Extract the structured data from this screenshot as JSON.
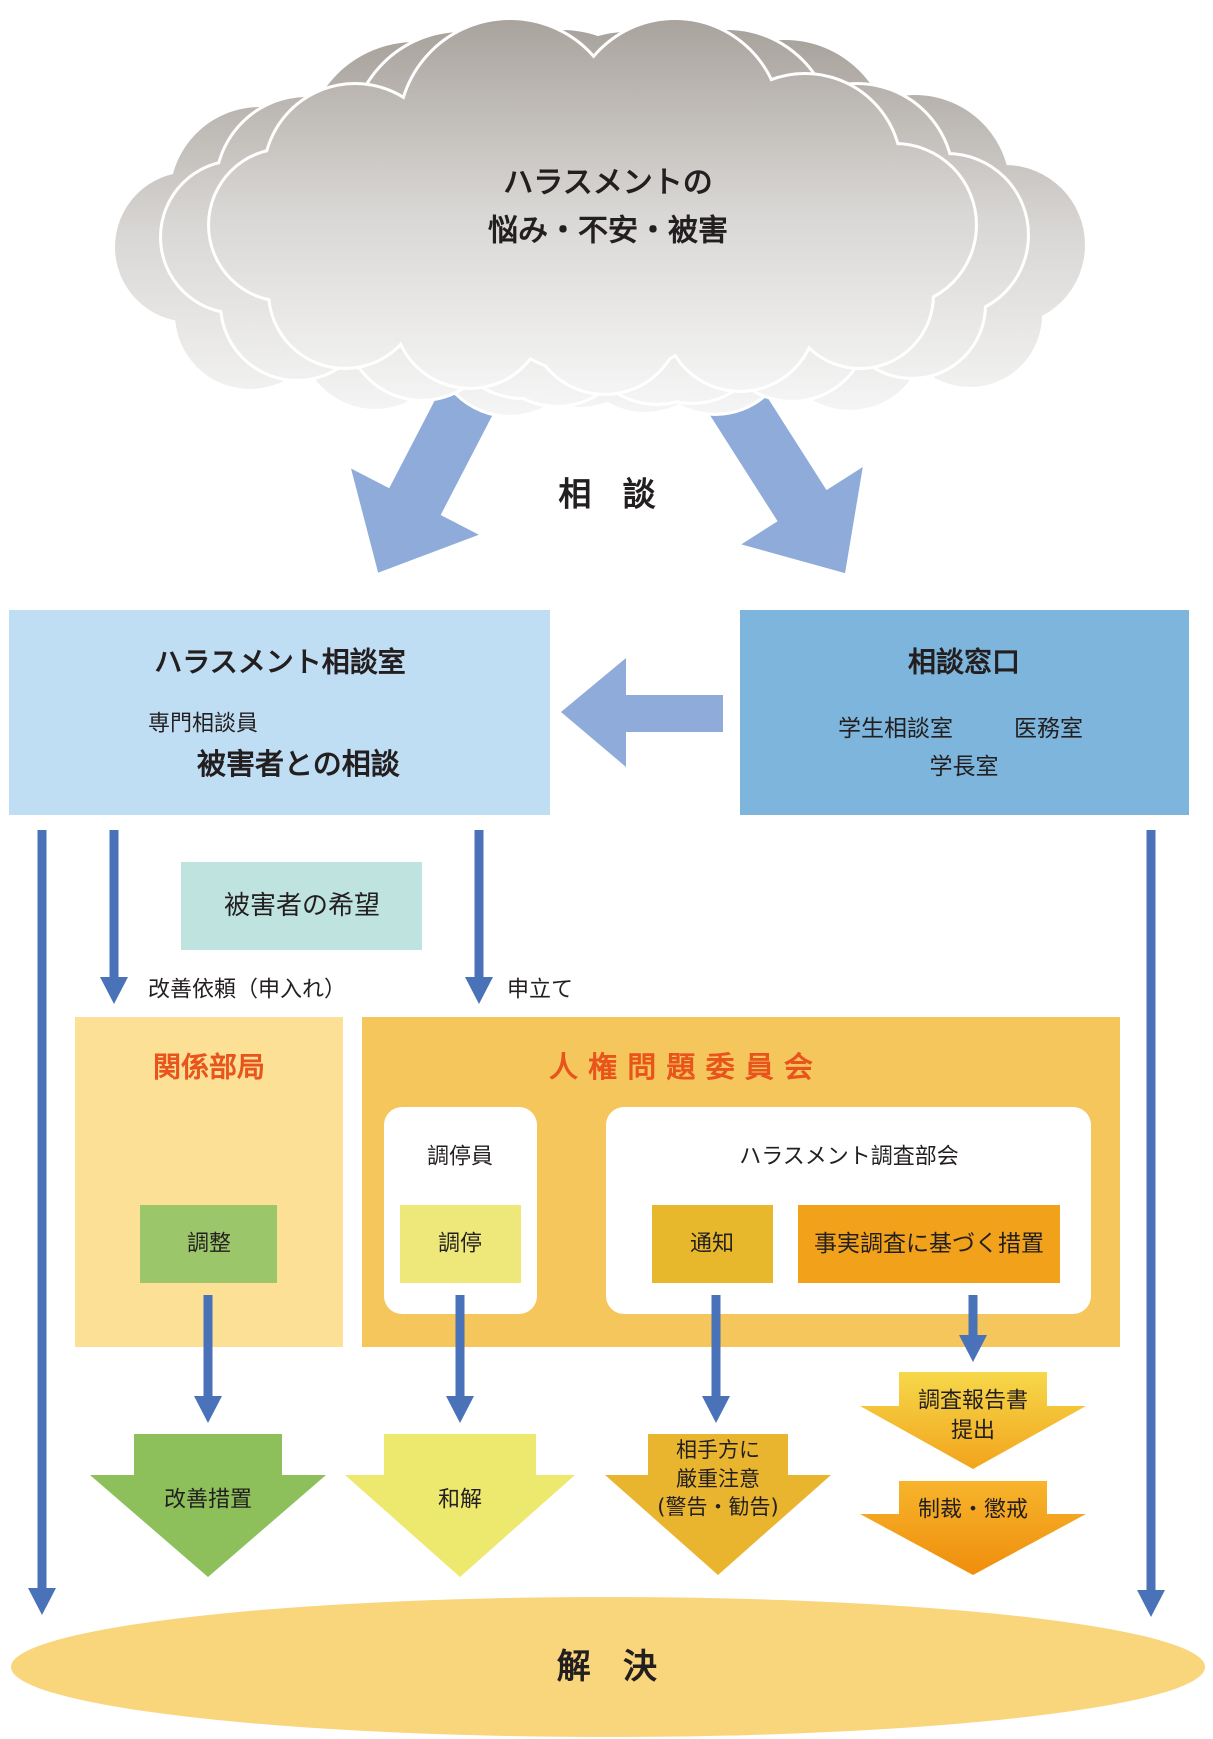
{
  "cloud": {
    "line1": "ハラスメントの",
    "line2": "悩み・不安・被害"
  },
  "consult_label": "相 談",
  "harassment_office": {
    "title": "ハラスメント相談室",
    "staff": "専門相談員",
    "role": "被害者との相談"
  },
  "consultation_desk": {
    "title": "相談窓口",
    "offices": [
      "学生相談室",
      "医務室",
      "学長室"
    ]
  },
  "victim_wish": "被害者の希望",
  "request_label": "改善依頼（申入れ）",
  "petition_label": "申立て",
  "departments": {
    "title": "関係部局",
    "action": "調整"
  },
  "committee": {
    "title": "人権問題委員会",
    "mediator": {
      "title": "調停員",
      "action": "調停"
    },
    "investigation": {
      "title": "ハラスメント調査部会",
      "notice": "通知",
      "measures": "事実調査に基づく措置"
    }
  },
  "outcomes": {
    "improvement": "改善措置",
    "settlement": "和解",
    "warning": [
      "相手方に",
      "厳重注意",
      "(警告・勧告)"
    ],
    "report": [
      "調査報告書",
      "提出"
    ],
    "sanction": "制裁・懲戒"
  },
  "resolution": "解 決",
  "colors": {
    "consult_arrow": "#8eabd9",
    "flow_arrow": "#4a72b8",
    "office_bg": "#bfddf3",
    "desk_bg": "#7db5dc",
    "wish_bg": "#bfe3df",
    "departments_bg": "#fbe096",
    "committee_bg": "#f4c65c",
    "panel_bg": "#ffffff",
    "title_accent": "#e8541c",
    "adjust_bg": "#9cc66a",
    "mediation_bg": "#eee87a",
    "notice_bg": "#e8b82c",
    "measures_bg": "#f2a11a",
    "improvement_arrow": "#8dbf5b",
    "settlement_arrow": "#ede96e",
    "warning_arrow": "#e9b52e",
    "resolution_bg": "#f9d57c"
  }
}
